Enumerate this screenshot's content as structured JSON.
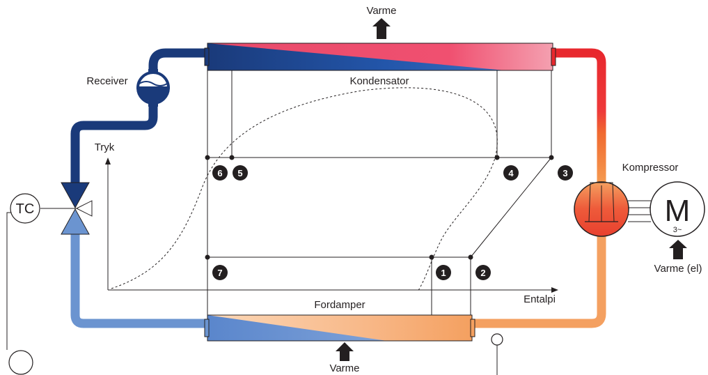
{
  "labels": {
    "top_heat": "Varme",
    "bottom_heat": "Varme",
    "receiver": "Receiver",
    "condenser": "Kondensator",
    "evaporator": "Fordamper",
    "compressor": "Kompressor",
    "motor_symbol": "M",
    "motor_phase": "3~",
    "motor_heat": "Varme (el)",
    "controller": "TC",
    "y_axis": "Tryk",
    "x_axis": "Entalpi"
  },
  "state_points": [
    {
      "label": "6"
    },
    {
      "label": "5"
    },
    {
      "label": "4"
    },
    {
      "label": "3"
    },
    {
      "label": "7"
    },
    {
      "label": "1"
    },
    {
      "label": "2"
    }
  ],
  "colors": {
    "dark_blue": "#1a3a7a",
    "mid_blue": "#2a5aa8",
    "light_blue": "#6b94d0",
    "red": "#e8282e",
    "pink": "#f0507a",
    "orange": "#f4a070",
    "deep_orange": "#f07a3c",
    "ink": "#231f20"
  }
}
